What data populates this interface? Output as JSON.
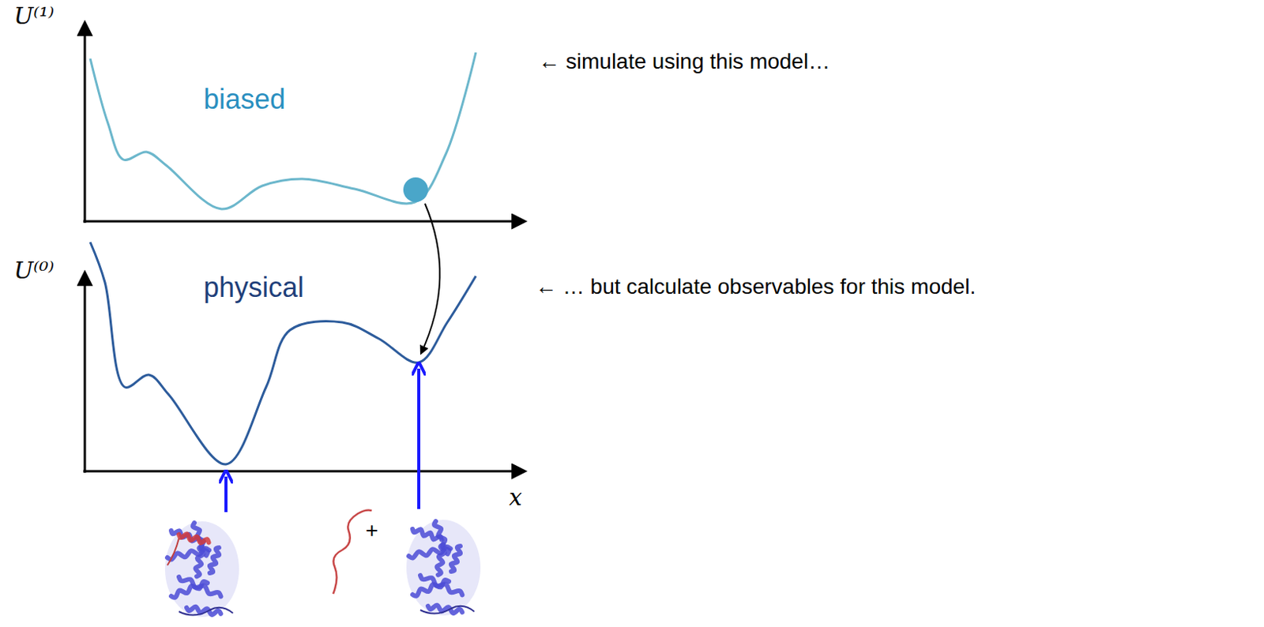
{
  "diagram": {
    "labels": [
      "U⁽¹⁾",
      "biased",
      "← simulate using this model…",
      "U⁽⁰⁾",
      "physical",
      "← … but calculate observables for this model.",
      "x",
      "+"
    ]
  }
}
